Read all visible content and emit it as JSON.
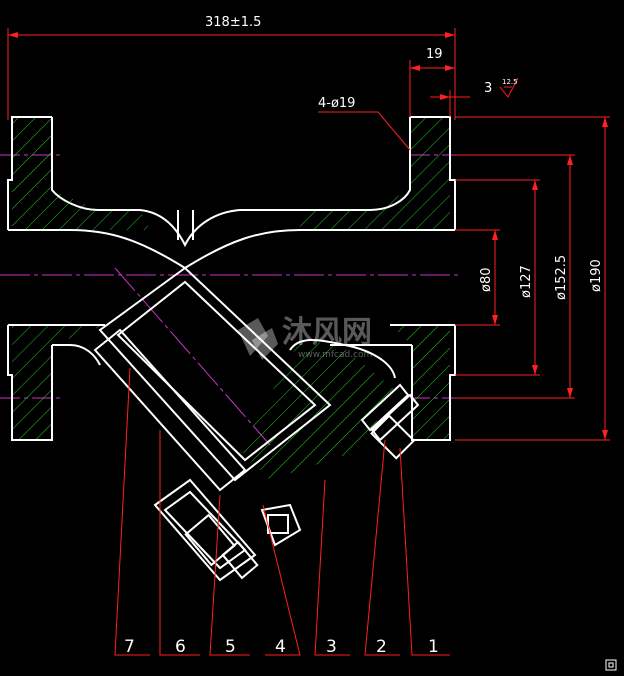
{
  "dimensions": {
    "overall_length": "318±1.5",
    "flange_thickness": "19",
    "raised_face": "3",
    "roughness": "12.5",
    "bolt_holes": "4-ø19",
    "bore": "ø80",
    "raised_face_dia": "ø127",
    "bolt_circle": "ø152.5",
    "flange_od": "ø190"
  },
  "parts": [
    "7",
    "6",
    "5",
    "4",
    "3",
    "2",
    "1"
  ],
  "watermark": {
    "brand": "沐风网",
    "url": "www.mfcad.com"
  },
  "colors": {
    "background": "#000000",
    "outline": "#ffffff",
    "dimension": "#ff2020",
    "centerline": "#cc33cc",
    "hatch": "#22cc22"
  }
}
